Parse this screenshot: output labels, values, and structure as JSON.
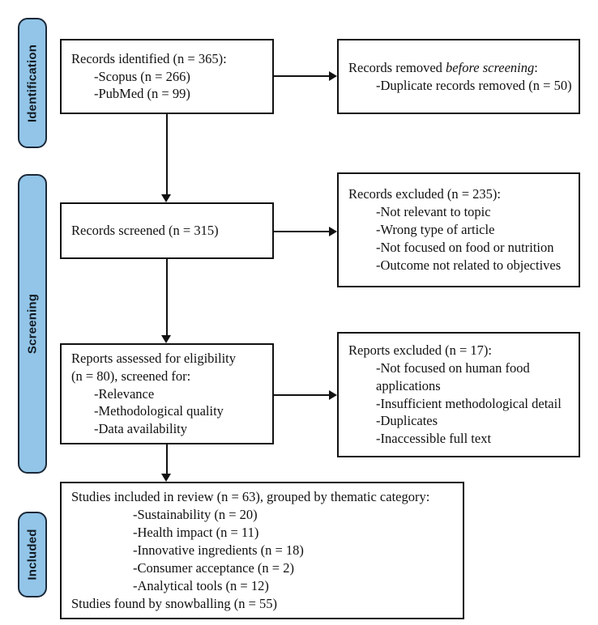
{
  "diagram": {
    "type": "prisma-flow-diagram",
    "stages": [
      {
        "id": "identification",
        "label": "Identification"
      },
      {
        "id": "screening",
        "label": "Screening"
      },
      {
        "id": "included",
        "label": "Included"
      }
    ],
    "boxes": {
      "records_identified": {
        "lines": [
          "Records identified (n = 365):",
          "-Scopus (n = 266)",
          "-PubMed (n = 99)"
        ]
      },
      "records_removed": {
        "lead": "Records removed ",
        "emphasis": "before screening",
        "trail": ":",
        "lines": [
          "-Duplicate records removed (n = 50)"
        ]
      },
      "records_screened": {
        "lines": [
          "Records screened (n = 315)"
        ]
      },
      "records_excluded": {
        "lines": [
          "Records excluded (n = 235):",
          "-Not relevant to topic",
          "-Wrong type of article",
          "-Not focused on food or nutrition",
          "-Outcome not related to objectives"
        ]
      },
      "reports_assessed": {
        "lines": [
          "Reports assessed for eligibility",
          "(n = 80), screened for:",
          "-Relevance",
          "-Methodological quality",
          "-Data availability"
        ]
      },
      "reports_excluded": {
        "lines": [
          "Reports excluded (n = 17):",
          "-Not focused on human food",
          "applications",
          "-Insufficient methodological detail",
          "-Duplicates",
          "-Inaccessible full text"
        ]
      },
      "studies_included": {
        "lines": [
          "Studies included in review (n = 63), grouped by thematic category:",
          "-Sustainability (n = 20)",
          "-Health impact (n = 11)",
          "-Innovative ingredients (n = 18)",
          "-Consumer acceptance (n = 2)",
          "-Analytical tools (n = 12)",
          "Studies found by snowballing (n = 55)"
        ]
      }
    },
    "colors": {
      "stage_fill": "#92C5E8",
      "stage_border": "#1b2838",
      "box_border": "#111111",
      "text": "#111111",
      "background": "#ffffff"
    }
  }
}
